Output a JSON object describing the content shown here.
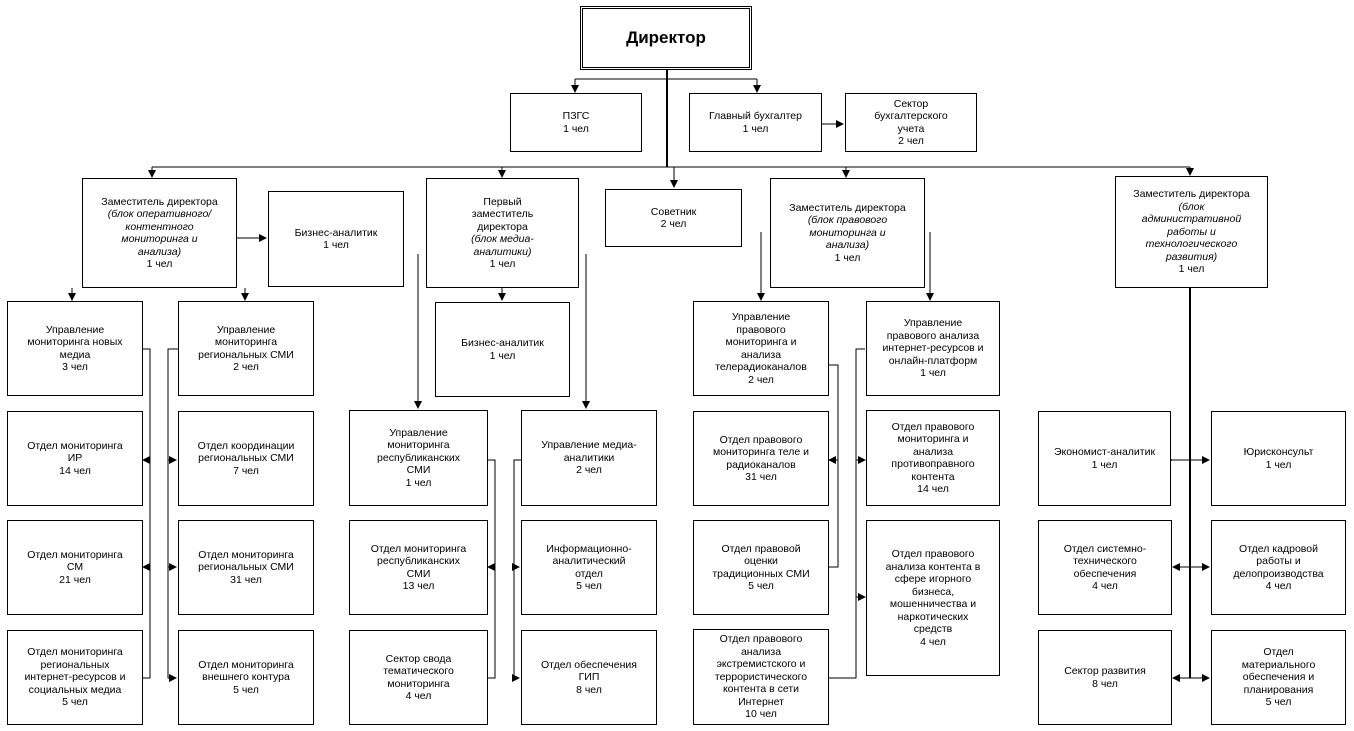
{
  "director": {
    "title": "Директор"
  },
  "pzgs": {
    "name": "ПЗГС",
    "count": "1 чел"
  },
  "chief_accountant": {
    "name": "Главный бухгалтер",
    "count": "1 чел"
  },
  "accounting_sector": {
    "name_l1": "Сектор",
    "name_l2": "бухгалтерского",
    "name_l3": "учета",
    "count": "2 чел"
  },
  "deputy_operational": {
    "title": "Заместитель директора",
    "sub_l1": "(блок оперативного/",
    "sub_l2": "контентного",
    "sub_l3": "мониторинга и",
    "sub_l4": "анализа)",
    "count": "1 чел"
  },
  "business_analyst_1": {
    "name": "Бизнес-аналитик",
    "count": "1 чел"
  },
  "first_deputy": {
    "l1": "Первый",
    "l2": "заместитель",
    "l3": "директора",
    "sub_l1": "(блок медиа-",
    "sub_l2": "аналитики)",
    "count": "1 чел"
  },
  "advisor": {
    "name": "Советник",
    "count": "2 чел"
  },
  "deputy_legal": {
    "title": "Заместитель директора",
    "sub_l1": "(блок правового",
    "sub_l2": "мониторинга и",
    "sub_l3": "анализа)",
    "count": "1 чел"
  },
  "deputy_admin": {
    "title": "Заместитель директора",
    "sub_l1": "(блок",
    "sub_l2": "административной",
    "sub_l3": "работы и",
    "sub_l4": "технологического",
    "sub_l5": "развития)",
    "count": "1 чел"
  },
  "business_analyst_2": {
    "name": "Бизнес-аналитик",
    "count": "1 чел"
  },
  "new_media_dept": {
    "l1": "Управление",
    "l2": "мониторинга новых",
    "l3": "медиа",
    "count": "3 чел"
  },
  "regional_media_dept": {
    "l1": "Управление",
    "l2": "мониторинга",
    "l3": "региональных СМИ",
    "count": "2 чел"
  },
  "ir_div": {
    "l1": "Отдел мониторинга",
    "l2": "ИР",
    "count": "14 чел"
  },
  "sm_div": {
    "l1": "Отдел мониторинга",
    "l2": "СМ",
    "count": "21 чел"
  },
  "regional_ir_div": {
    "l1": "Отдел мониторинга",
    "l2": "региональных",
    "l3": "интернет-ресурсов и",
    "l4": "социальных медиа",
    "count": "5 чел"
  },
  "coord_regional_div": {
    "l1": "Отдел координации",
    "l2": "региональных СМИ",
    "count": "7 чел"
  },
  "regional_mon_div": {
    "l1": "Отдел мониторинга",
    "l2": "региональных СМИ",
    "count": "31 чел"
  },
  "external_div": {
    "l1": "Отдел мониторинга",
    "l2": "внешнего контура",
    "count": "5 чел"
  },
  "republican_dept": {
    "l1": "Управление",
    "l2": "мониторинга",
    "l3": "республиканских",
    "l4": "СМИ",
    "count": "1 чел"
  },
  "media_analytics_dept": {
    "l1": "Управление медиа-",
    "l2": "аналитики",
    "count": "2 чел"
  },
  "republican_div": {
    "l1": "Отдел мониторинга",
    "l2": "республиканских",
    "l3": "СМИ",
    "count": "13 чел"
  },
  "thematic_sector": {
    "l1": "Сектор свода",
    "l2": "тематического",
    "l3": "мониторинга",
    "count": "4 чел"
  },
  "info_analytic_div": {
    "l1": "Информационно-",
    "l2": "аналитический",
    "l3": "отдел",
    "count": "5 чел"
  },
  "gip_div": {
    "l1": "Отдел обеспечения",
    "l2": "ГИП",
    "count": "8 чел"
  },
  "tv_legal_dept": {
    "l1": "Управление",
    "l2": "правового",
    "l3": "мониторинга и",
    "l4": "анализа",
    "l5": "телерадиоканалов",
    "count": "2 чел"
  },
  "internet_legal_dept": {
    "l1": "Управление",
    "l2": "правового анализа",
    "l3": "интернет-ресурсов и",
    "l4": "онлайн-платформ",
    "count": "1 чел"
  },
  "tv_legal_div": {
    "l1": "Отдел правового",
    "l2": "мониторинга теле и",
    "l3": "радиоканалов",
    "count": "31 чел"
  },
  "trad_media_div": {
    "l1": "Отдел правовой",
    "l2": "оценки",
    "l3": "традиционных СМИ",
    "count": "5 чел"
  },
  "extremist_div": {
    "l1": "Отдел правового",
    "l2": "анализа",
    "l3": "экстремистского и",
    "l4": "террористического",
    "l5": "контента в сети",
    "l6": "Интернет",
    "count": "10 чел"
  },
  "illegal_content_div": {
    "l1": "Отдел правового",
    "l2": "мониторинга и",
    "l3": "анализа",
    "l4": "противоправного",
    "l5": "контента",
    "count": "14 чел"
  },
  "gambling_div": {
    "l1": "Отдел правового",
    "l2": "анализа контента в",
    "l3": "сфере игорного",
    "l4": "бизнеса,",
    "l5": "мошенничества и",
    "l6": "наркотических",
    "l7": "средств",
    "count": "4 чел"
  },
  "economist": {
    "name": "Экономист-аналитик",
    "count": "1 чел"
  },
  "lawyer": {
    "name": "Юрисконсульт",
    "count": "1 чел"
  },
  "systems_div": {
    "l1": "Отдел системно-",
    "l2": "технического",
    "l3": "обеспечения",
    "count": "4 чел"
  },
  "hr_div": {
    "l1": "Отдел кадровой",
    "l2": "работы и",
    "l3": "делопроизводства",
    "count": "4 чел"
  },
  "dev_sector": {
    "name": "Сектор развития",
    "count": "8 чел"
  },
  "material_div": {
    "l1": "Отдел",
    "l2": "материального",
    "l3": "обеспечения и",
    "l4": "планирования",
    "count": "5 чел"
  }
}
